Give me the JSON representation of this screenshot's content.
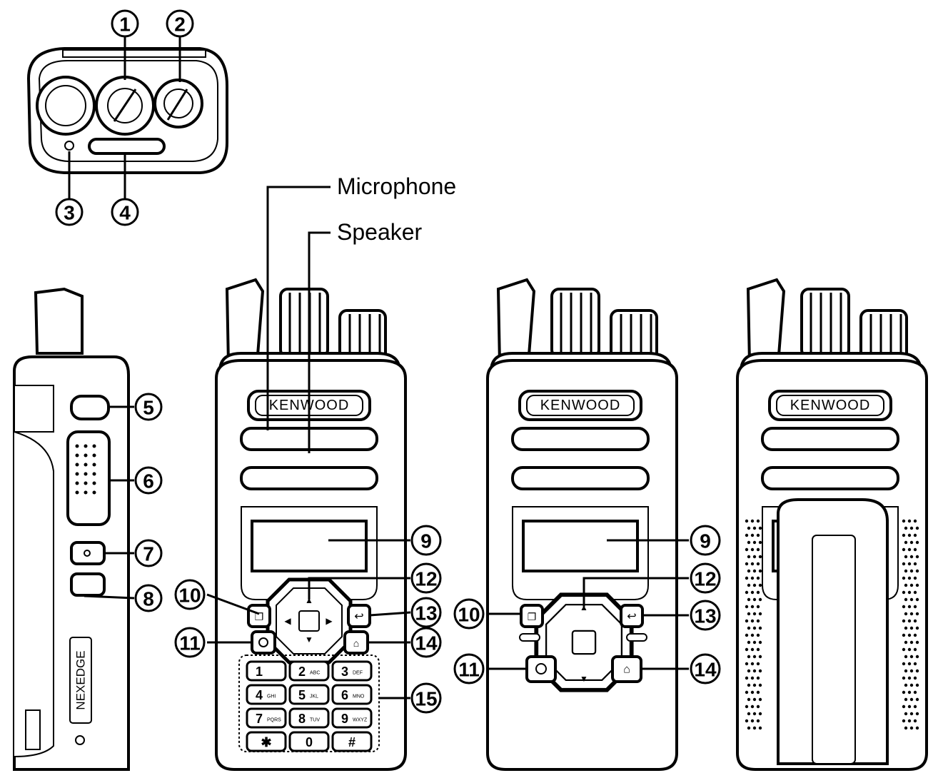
{
  "labels": {
    "microphone": "Microphone",
    "speaker": "Speaker"
  },
  "brand": "KENWOOD",
  "side_brand": "NEXEDGE",
  "callouts": {
    "n1": "1",
    "n2": "2",
    "n3": "3",
    "n4": "4",
    "n5": "5",
    "n6": "6",
    "n7": "7",
    "n8": "8",
    "n9": "9",
    "n10": "10",
    "n11": "11",
    "n12": "12",
    "n13": "13",
    "n14": "14",
    "n15": "15"
  },
  "keypad": [
    {
      "main": "1",
      "sub": "",
      "special": false
    },
    {
      "main": "2",
      "sub": "ABC",
      "special": false
    },
    {
      "main": "3",
      "sub": "DEF",
      "special": false
    },
    {
      "main": "4",
      "sub": "GHI",
      "special": false
    },
    {
      "main": "5",
      "sub": "JKL",
      "special": false
    },
    {
      "main": "6",
      "sub": "MNO",
      "special": false
    },
    {
      "main": "7",
      "sub": "PQRS",
      "special": false
    },
    {
      "main": "8",
      "sub": "TUV",
      "special": false
    },
    {
      "main": "9",
      "sub": "WXYZ",
      "special": false
    },
    {
      "main": "✱",
      "sub": "",
      "special": true
    },
    {
      "main": "0",
      "sub": "",
      "special": true
    },
    {
      "main": "#",
      "sub": "",
      "special": true
    }
  ],
  "icons": [
    "menu-icon",
    "back-icon",
    "power-icon",
    "home-icon",
    "up-arrow-icon",
    "down-arrow-icon",
    "left-arrow-icon",
    "right-arrow-icon"
  ]
}
